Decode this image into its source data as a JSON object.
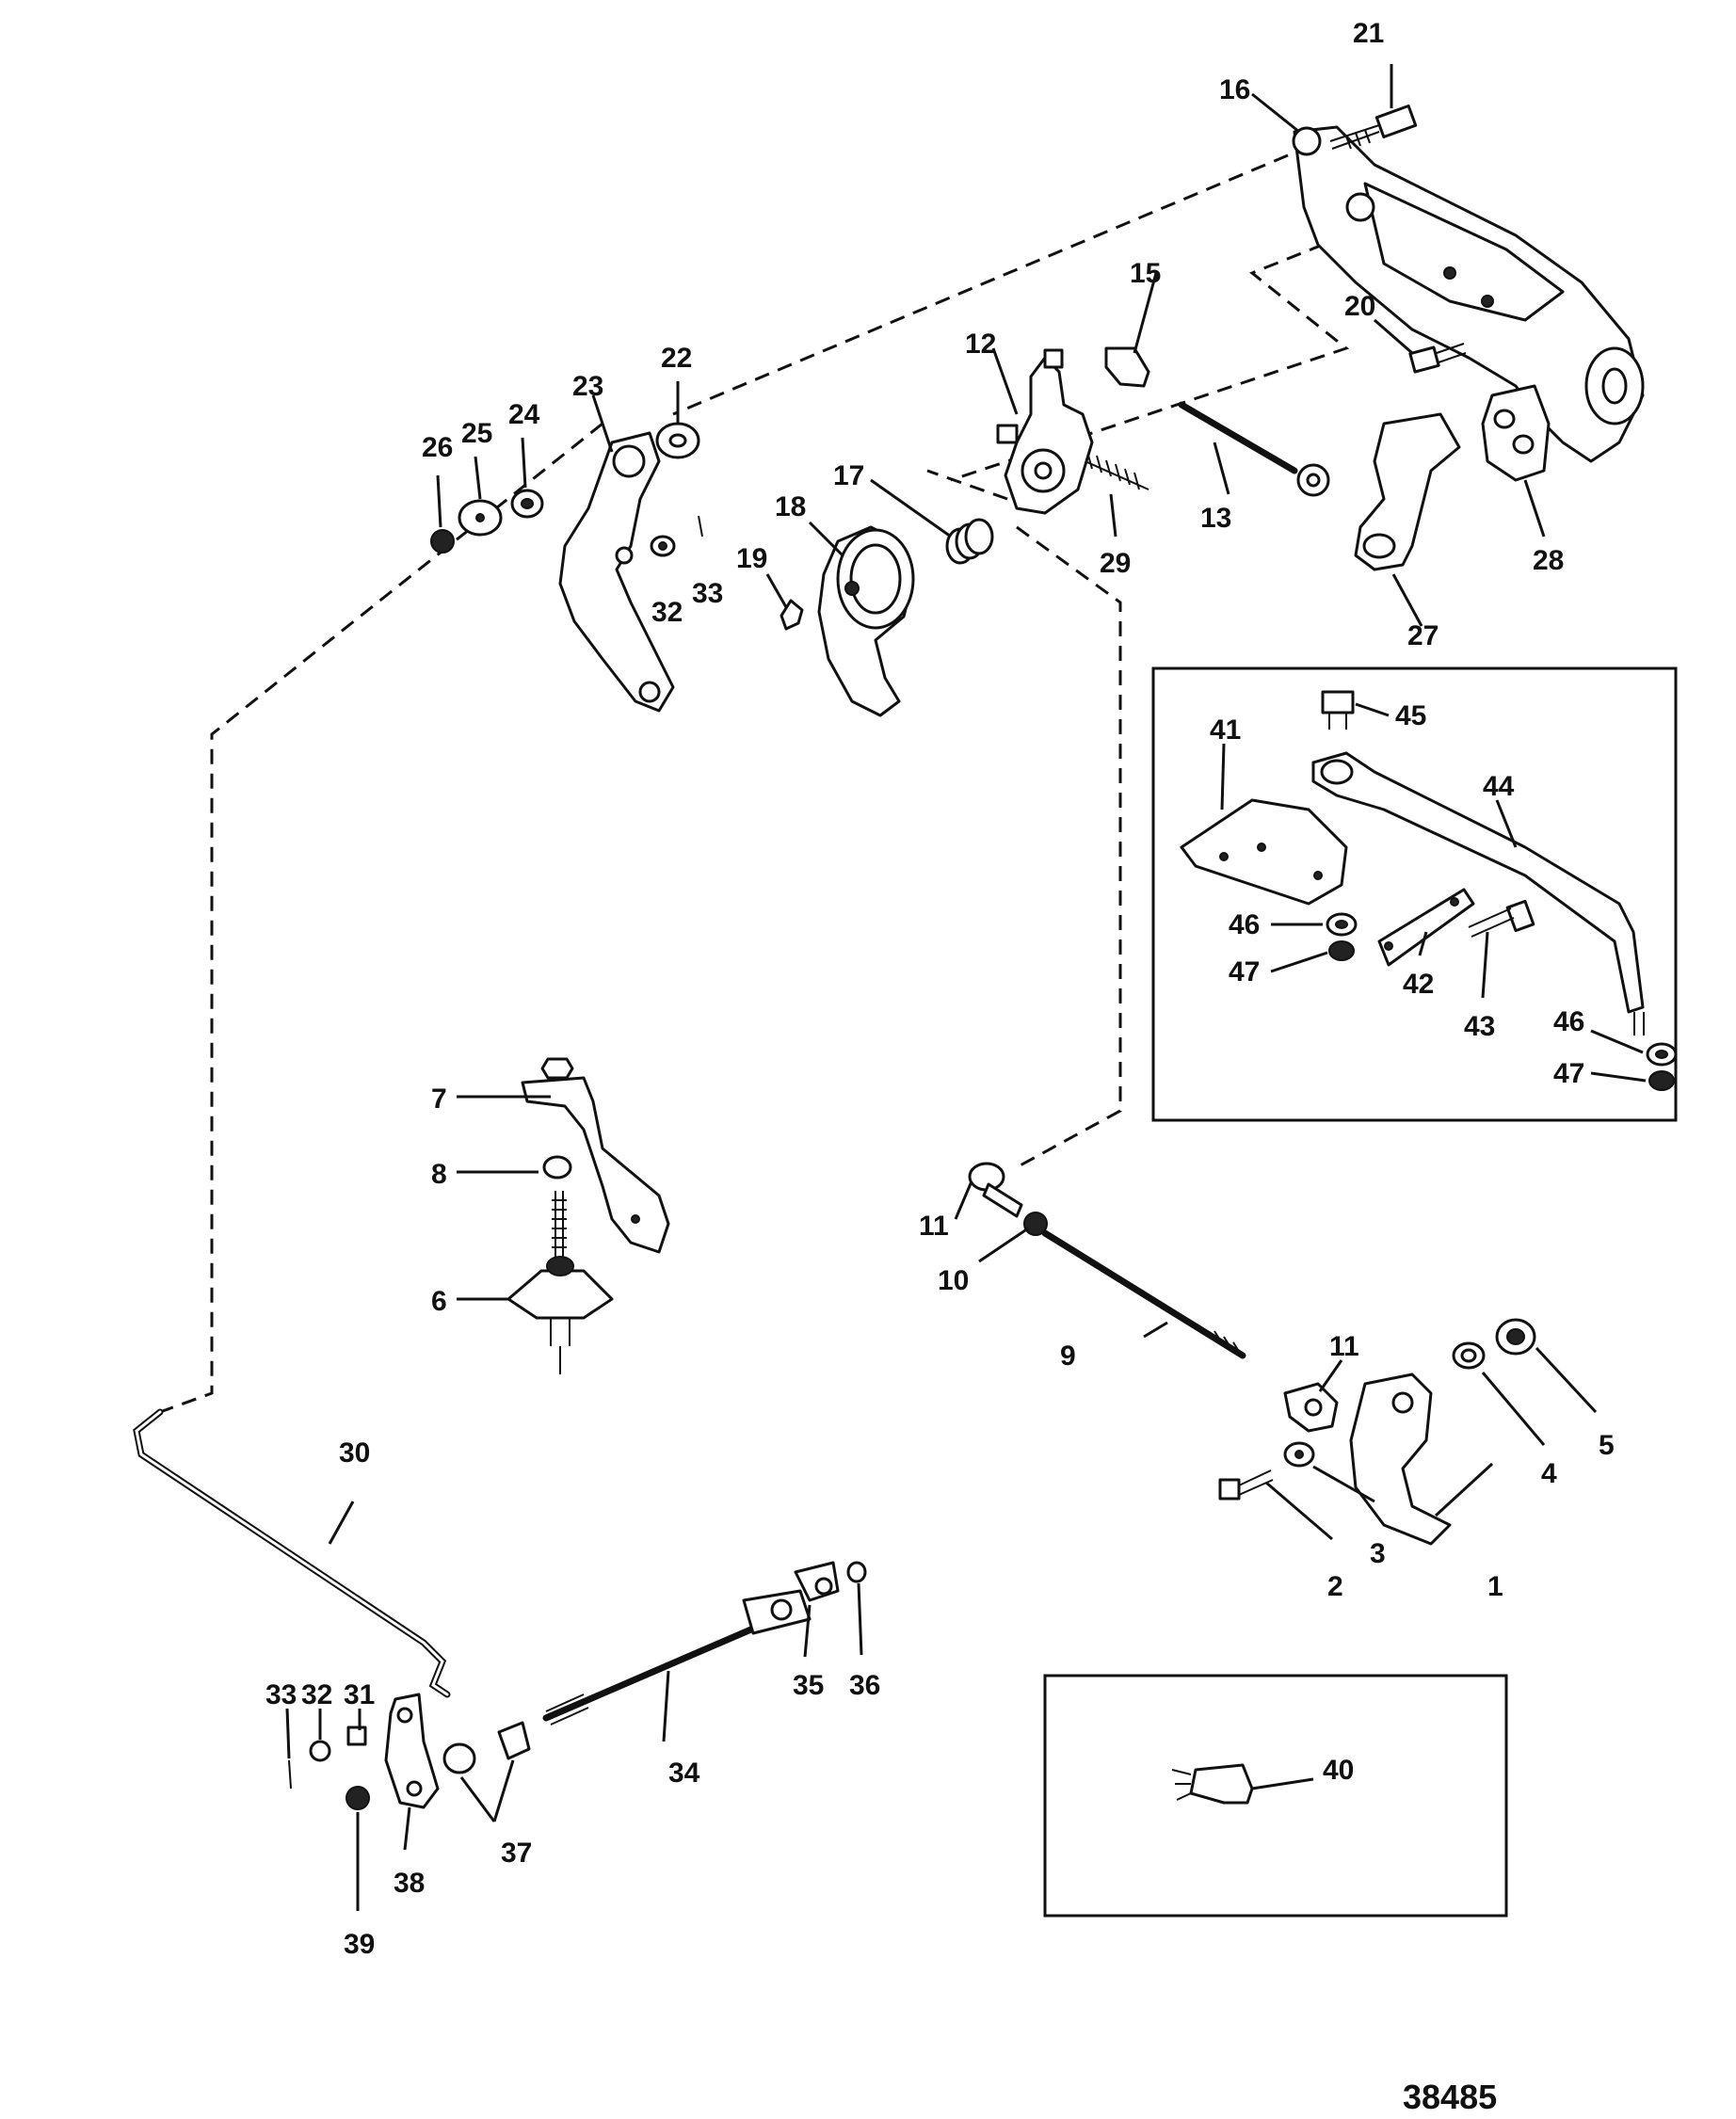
{
  "document_number": "38485",
  "callouts": [
    {
      "id": "c1",
      "text": "1"
    },
    {
      "id": "c2",
      "text": "2"
    },
    {
      "id": "c3",
      "text": "3"
    },
    {
      "id": "c4",
      "text": "4"
    },
    {
      "id": "c5",
      "text": "5"
    },
    {
      "id": "c6",
      "text": "6"
    },
    {
      "id": "c7",
      "text": "7"
    },
    {
      "id": "c8",
      "text": "8"
    },
    {
      "id": "c9",
      "text": "9"
    },
    {
      "id": "c10",
      "text": "10"
    },
    {
      "id": "c11a",
      "text": "11"
    },
    {
      "id": "c11b",
      "text": "11"
    },
    {
      "id": "c12",
      "text": "12"
    },
    {
      "id": "c13",
      "text": "13"
    },
    {
      "id": "c15",
      "text": "15"
    },
    {
      "id": "c16",
      "text": "16"
    },
    {
      "id": "c17",
      "text": "17"
    },
    {
      "id": "c18",
      "text": "18"
    },
    {
      "id": "c19",
      "text": "19"
    },
    {
      "id": "c20",
      "text": "20"
    },
    {
      "id": "c21",
      "text": "21"
    },
    {
      "id": "c22",
      "text": "22"
    },
    {
      "id": "c23",
      "text": "23"
    },
    {
      "id": "c24",
      "text": "24"
    },
    {
      "id": "c25",
      "text": "25"
    },
    {
      "id": "c26",
      "text": "26"
    },
    {
      "id": "c27",
      "text": "27"
    },
    {
      "id": "c28",
      "text": "28"
    },
    {
      "id": "c29",
      "text": "29"
    },
    {
      "id": "c30",
      "text": "30"
    },
    {
      "id": "c31",
      "text": "31"
    },
    {
      "id": "c32a",
      "text": "32"
    },
    {
      "id": "c32b",
      "text": "32"
    },
    {
      "id": "c33a",
      "text": "33"
    },
    {
      "id": "c33b",
      "text": "33"
    },
    {
      "id": "c34",
      "text": "34"
    },
    {
      "id": "c35",
      "text": "35"
    },
    {
      "id": "c36",
      "text": "36"
    },
    {
      "id": "c37",
      "text": "37"
    },
    {
      "id": "c38",
      "text": "38"
    },
    {
      "id": "c39",
      "text": "39"
    },
    {
      "id": "c40",
      "text": "40"
    },
    {
      "id": "c41",
      "text": "41"
    },
    {
      "id": "c42",
      "text": "42"
    },
    {
      "id": "c43",
      "text": "43"
    },
    {
      "id": "c44",
      "text": "44"
    },
    {
      "id": "c45",
      "text": "45"
    },
    {
      "id": "c46a",
      "text": "46"
    },
    {
      "id": "c46b",
      "text": "46"
    },
    {
      "id": "c47a",
      "text": "47"
    },
    {
      "id": "c47b",
      "text": "47"
    }
  ]
}
